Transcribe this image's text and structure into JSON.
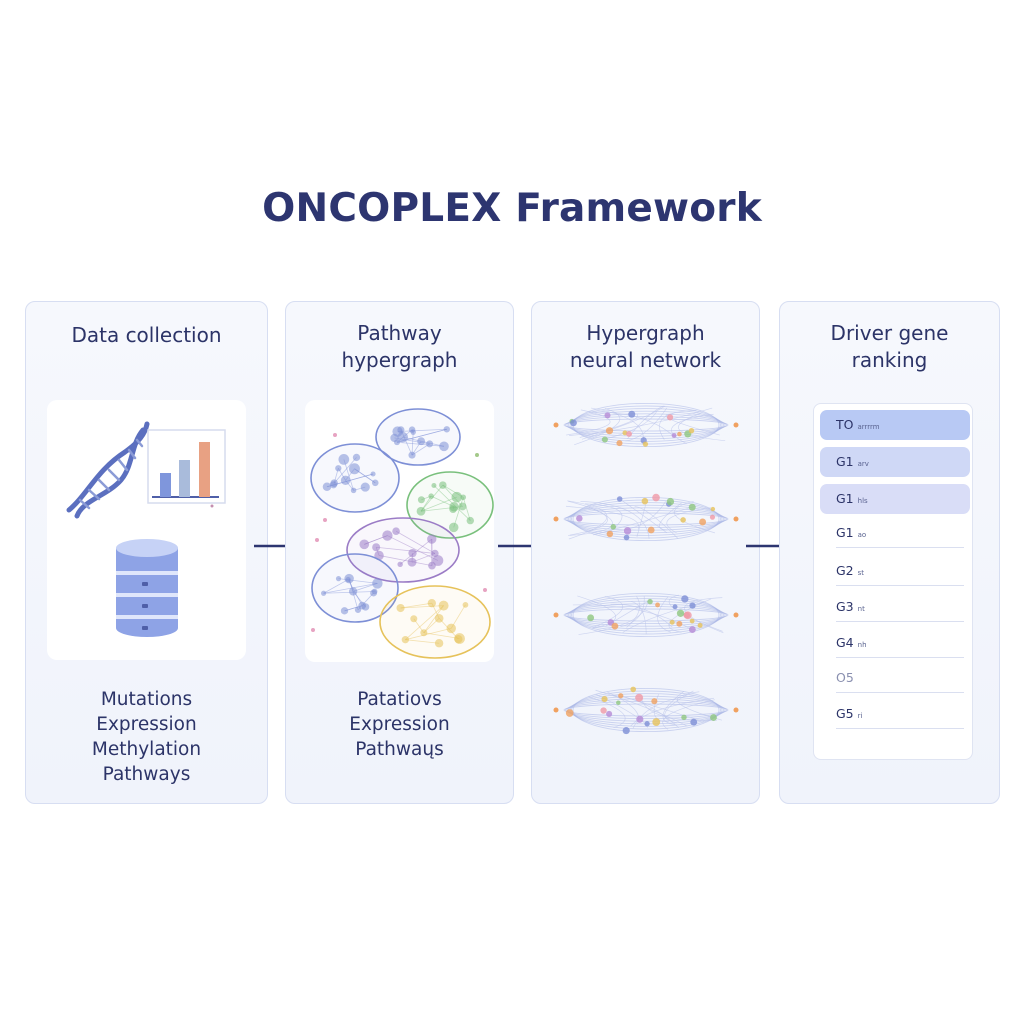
{
  "title": "ONCOPLEX Framework",
  "panels": [
    {
      "title": "Data collection",
      "footer": [
        "Mutations",
        "Expression",
        "Methylation",
        "Pathways"
      ]
    },
    {
      "title": "Pathway\nhypergraph",
      "footer": [
        "Patatiovs",
        "Expression",
        "Pathwaųs"
      ]
    },
    {
      "title": "Hypergraph\nneural network",
      "footer": []
    },
    {
      "title": "Driver gene\nranking",
      "footer": []
    }
  ],
  "ranking": [
    {
      "label": "TO",
      "sub": "arrrrm"
    },
    {
      "label": "G1",
      "sub": "arv"
    },
    {
      "label": "G1",
      "sub": "hls"
    },
    {
      "label": "G1",
      "sub": "ao"
    },
    {
      "label": "G2",
      "sub": "st"
    },
    {
      "label": "G3",
      "sub": "nt"
    },
    {
      "label": "G4",
      "sub": "nh"
    },
    {
      "label": "O5",
      "sub": ""
    },
    {
      "label": "G5",
      "sub": "ri"
    }
  ],
  "colors": {
    "title": "#2d3570",
    "arrow": "#2d3570",
    "panel_border": "#d7def2",
    "dna": "#5b6fbf",
    "bar1": "#7f96dc",
    "bar2": "#a9bbdb",
    "bar3": "#e8a183",
    "cylinder": "#8ea3e6",
    "hyperedge_blue": "#7d8fd6",
    "hyperedge_green": "#79c07c",
    "hyperedge_purple": "#9b7cc6",
    "hyperedge_yellow": "#e6c25a",
    "rank_highlight": "#b8c9f4"
  },
  "icons": [
    "dna-icon",
    "bar-chart-icon",
    "database-icon"
  ]
}
